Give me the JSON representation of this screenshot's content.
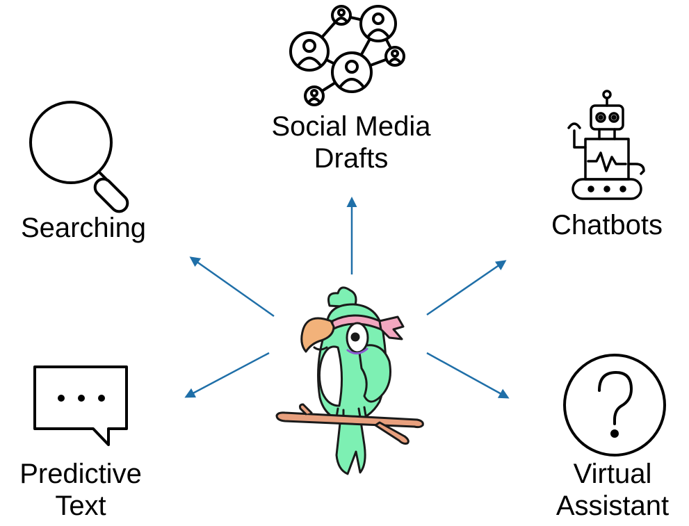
{
  "colors": {
    "arrow": "#1f6fa8",
    "icon_stroke": "#000000",
    "parrot_body": "#7df0b3",
    "parrot_beak": "#f2b27a",
    "bandana": "#f2a7c0",
    "branch": "#e8a07e"
  },
  "center": {
    "icon": "parrot-illustration"
  },
  "nodes": {
    "social_media": {
      "icon": "social-network-icon",
      "lines": [
        "Social Media",
        "Drafts"
      ]
    },
    "searching": {
      "icon": "magnifier-icon",
      "lines": [
        "Searching"
      ]
    },
    "chatbots": {
      "icon": "robot-icon",
      "lines": [
        "Chatbots"
      ]
    },
    "predictive_text": {
      "icon": "speech-bubble-icon",
      "lines": [
        "Predictive",
        "Text"
      ]
    },
    "virtual_assistant": {
      "icon": "question-circle-icon",
      "lines": [
        "Virtual",
        "Assistant"
      ]
    }
  }
}
